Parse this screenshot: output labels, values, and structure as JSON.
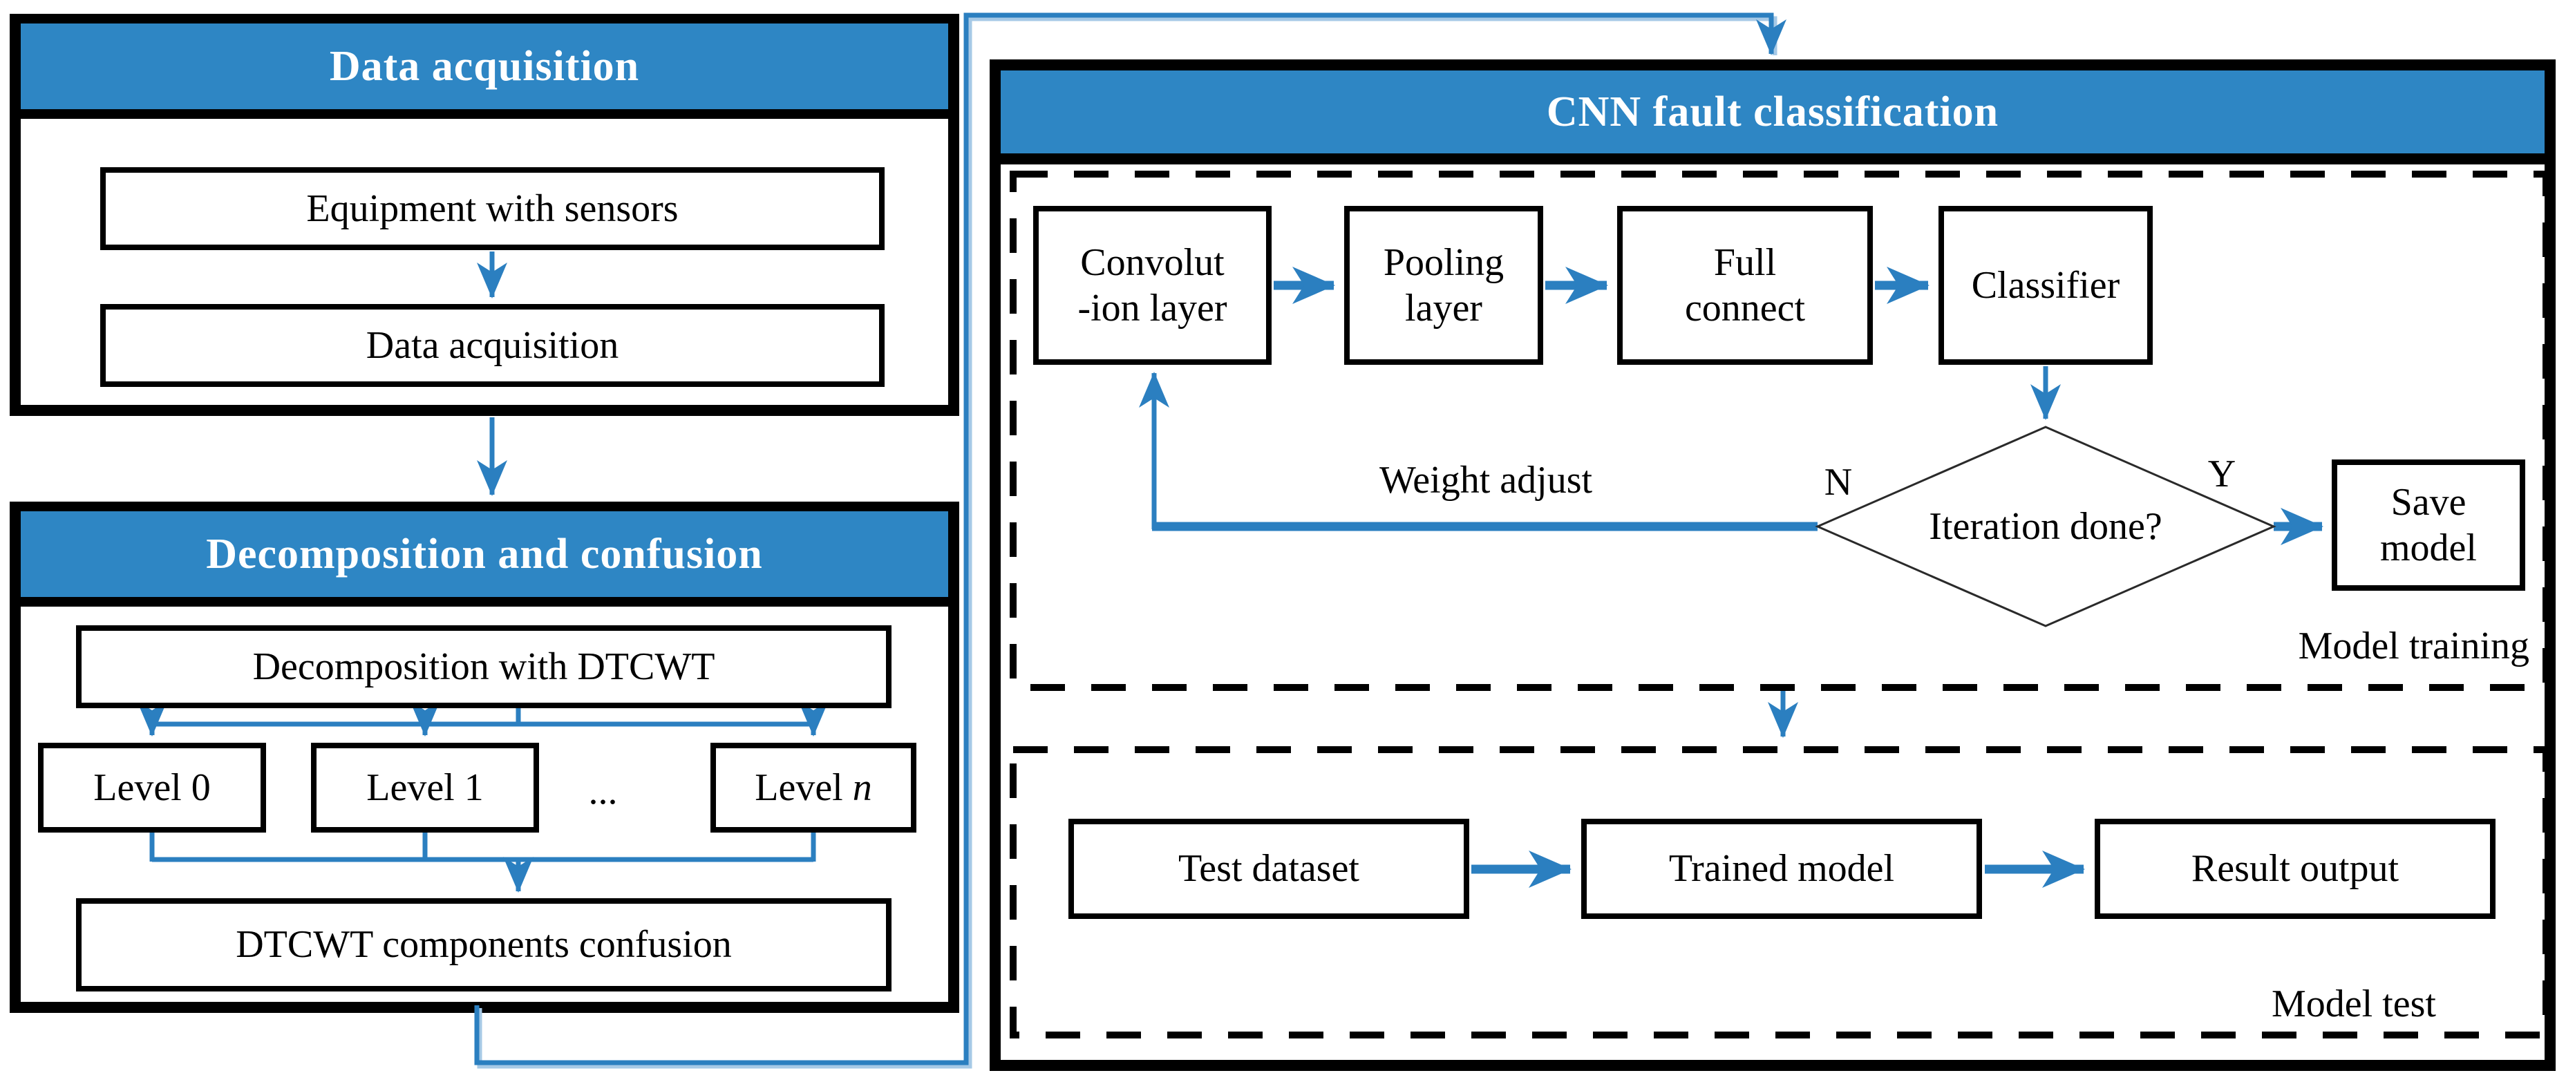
{
  "colors": {
    "header_fill": "#2E86C4",
    "arrow_blue": "#2B7FC0",
    "outline_black": "#000000",
    "header_text": "#FFFFFF"
  },
  "left_column": {
    "acquisition_section": {
      "title": "Data acquisition",
      "equipment_box": "Equipment with sensors",
      "acquisition_box": "Data acquisition"
    },
    "decomposition_section": {
      "title": "Decomposition and confusion",
      "dtcwt_box": "Decomposition with DTCWT",
      "level0_box": "Level 0",
      "level1_box": "Level 1",
      "ellipsis": "...",
      "leveln_prefix": "Level ",
      "leveln_var": "n",
      "confusion_box": "DTCWT components confusion"
    }
  },
  "cnn_section": {
    "title": "CNN fault classification",
    "training_region": {
      "region_label": "Model training",
      "conv_box": {
        "line1": "Convolut",
        "line2": "-ion layer"
      },
      "pooling_box": {
        "line1": "Pooling",
        "line2": "layer"
      },
      "full_connect_box": {
        "line1": "Full",
        "line2": "connect"
      },
      "classifier_box": "Classifier",
      "weight_adjust_label": "Weight adjust",
      "no_label": "N",
      "yes_label": "Y",
      "decision_diamond": "Iteration done?",
      "save_model_box": {
        "line1": "Save",
        "line2": "model"
      }
    },
    "test_region": {
      "region_label": "Model test",
      "test_dataset_box": "Test dataset",
      "trained_model_box": "Trained model",
      "result_output_box": "Result output"
    }
  }
}
